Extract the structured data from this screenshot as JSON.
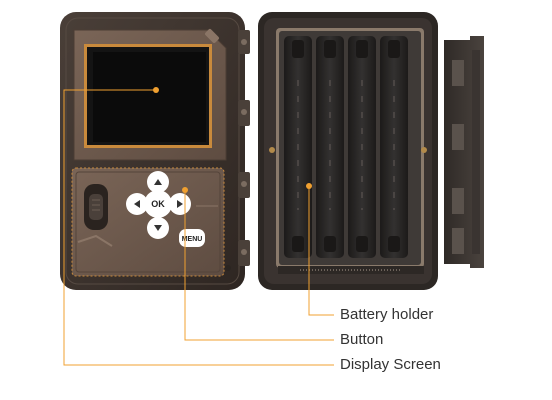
{
  "callouts": {
    "battery_holder": "Battery holder",
    "button": "Button",
    "display_screen": "Display Screen"
  },
  "keypad": {
    "ok_label": "OK",
    "menu_label": "MENU"
  },
  "colors": {
    "callout_line": "#f0a030",
    "housing": "#3b322d",
    "panel": "#6e5a4e",
    "screen": "#141414"
  }
}
